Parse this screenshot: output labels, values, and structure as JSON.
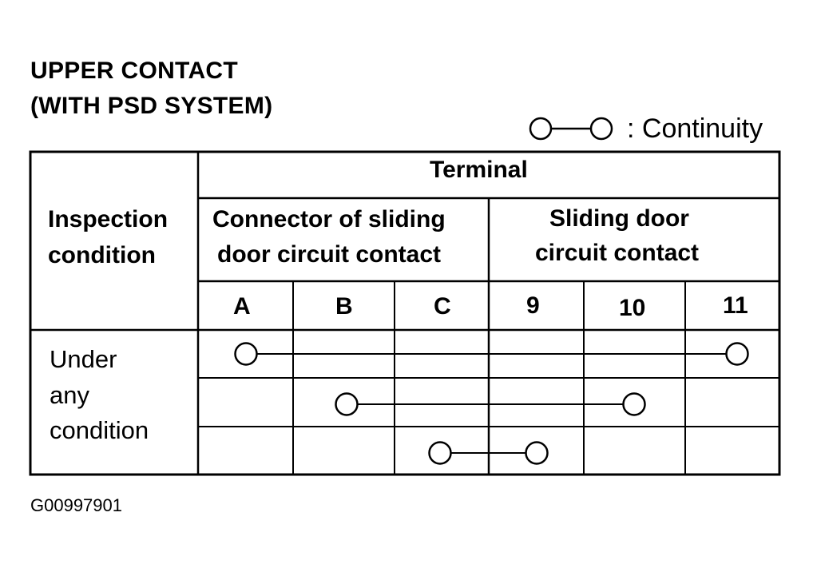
{
  "title": {
    "line1": "UPPER CONTACT",
    "line2": "(WITH PSD SYSTEM)"
  },
  "legend": {
    "label": ": Continuity",
    "symbol_icon": "circle-line-circle-icon"
  },
  "table": {
    "header_terminal": "Terminal",
    "header_inspection": [
      "Inspection",
      "condition"
    ],
    "group_connector": [
      "Connector of sliding",
      "door circuit contact"
    ],
    "group_sliding": [
      "Sliding door",
      "circuit contact"
    ],
    "columns": [
      "A",
      "B",
      "C",
      "9",
      "10",
      "11"
    ],
    "row_condition": [
      "Under",
      "any",
      "condition"
    ],
    "continuity_rows": [
      {
        "from": "A",
        "to": "11"
      },
      {
        "from": "B",
        "to": "10"
      },
      {
        "from": "C",
        "to": "9"
      }
    ]
  },
  "figure_id": "G00997901"
}
